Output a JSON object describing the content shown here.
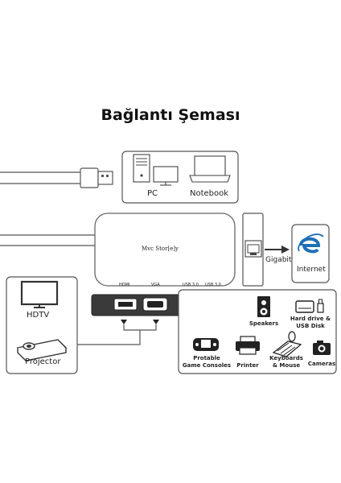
{
  "title": "Bağlantı Şeması",
  "brand": "Mvc Stor[e]y",
  "ports": {
    "hdmi": "HDMI",
    "vga": "VGA",
    "usb1": "USB 3.0",
    "usb2": "USB 3.0"
  },
  "top_devices": {
    "pc": "PC",
    "notebook": "Notebook"
  },
  "left_devices": {
    "hdtv": "HDTV",
    "projector": "Projector"
  },
  "network": {
    "gigabit": "Gigabit",
    "internet": "Internet"
  },
  "usb_devices": {
    "speakers": "Speakers",
    "hard_drive": "Hard drive &\nUSB Disk",
    "game_consoles": "Protable\nGame Consoles",
    "printer": "Printer",
    "keyboards": "Keyboards\n& Mouse",
    "cameras": "Cameras"
  },
  "colors": {
    "line": "#555555",
    "dark": "#333333",
    "hub_body": "#e8e8e8",
    "internet_blue": "#1f6fb5"
  }
}
